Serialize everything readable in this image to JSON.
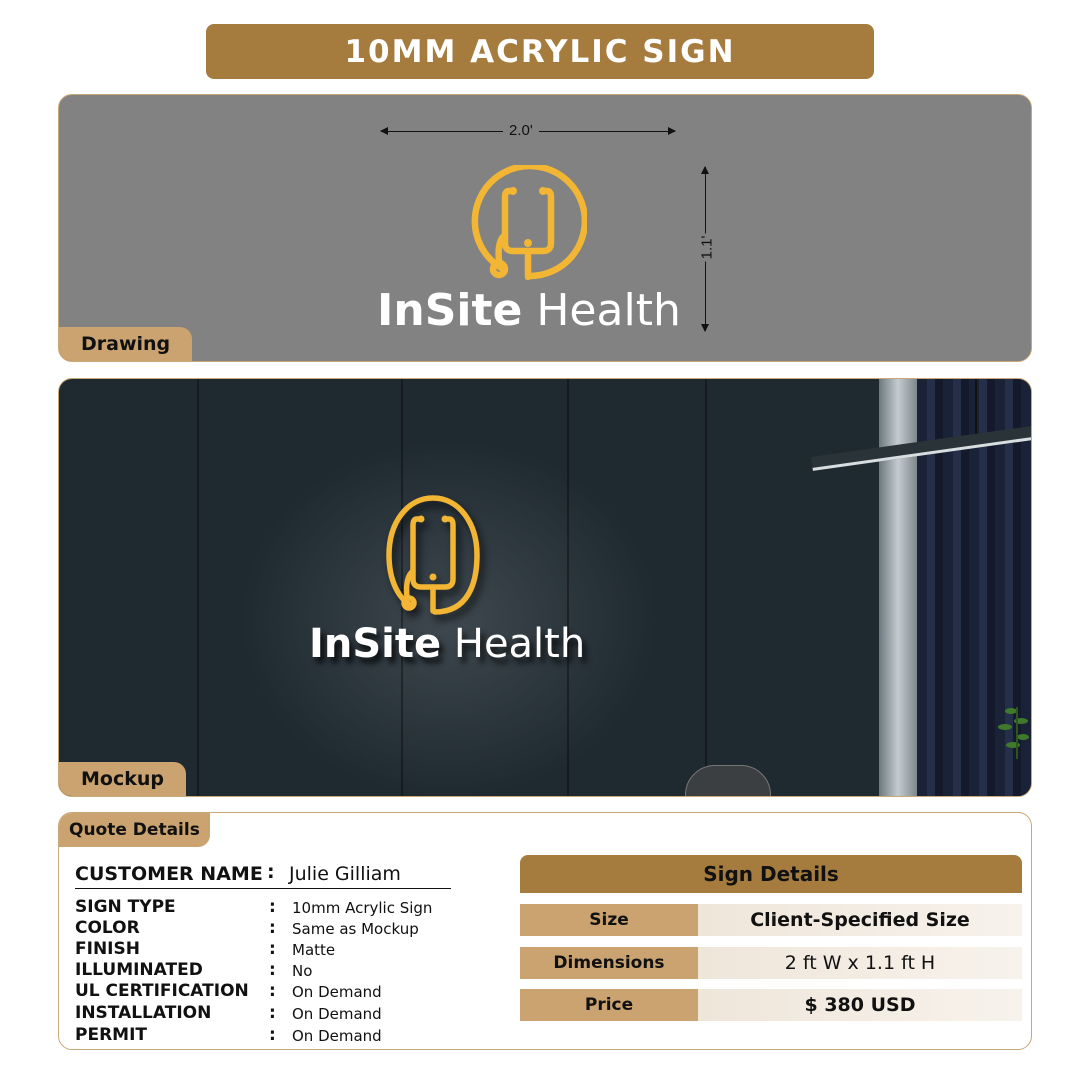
{
  "title": "10MM ACRYLIC SIGN",
  "drawing": {
    "tab_label": "Drawing",
    "width_label": "2.0'",
    "height_label": "1.1'",
    "brand_bold": "InSite",
    "brand_regular": "Health"
  },
  "mockup": {
    "tab_label": "Mockup",
    "brand_bold": "InSite",
    "brand_regular": "Health"
  },
  "quote": {
    "tab_label": "Quote Details",
    "customer_label": "CUSTOMER NAME",
    "customer_value": "Julie Gilliam",
    "colon": ":",
    "specs": [
      {
        "label": "SIGN TYPE",
        "value": "10mm Acrylic Sign"
      },
      {
        "label": "COLOR",
        "value": "Same as Mockup"
      },
      {
        "label": "FINISH",
        "value": "Matte"
      },
      {
        "label": "ILLUMINATED",
        "value": "No"
      },
      {
        "label": "UL CERTIFICATION",
        "value": "On Demand"
      },
      {
        "label": "INSTALLATION",
        "value": "On Demand"
      },
      {
        "label": "PERMIT",
        "value": "On Demand"
      }
    ]
  },
  "sign_details": {
    "header": "Sign Details",
    "rows": [
      {
        "label": "Size",
        "value": "Client-Specified Size"
      },
      {
        "label": "Dimensions",
        "value": "2 ft W x 1.1 ft H"
      },
      {
        "label": "Price",
        "value": "$ 380 USD"
      }
    ]
  },
  "colors": {
    "gold_dark": "#a57c3d",
    "gold_light": "#caa370",
    "logo_yellow": "#f2b534",
    "drawing_bg": "#828282"
  },
  "icons": {
    "logo": "stethoscope-circle-icon",
    "plant": "plant-icon",
    "chair": "chair-icon"
  }
}
